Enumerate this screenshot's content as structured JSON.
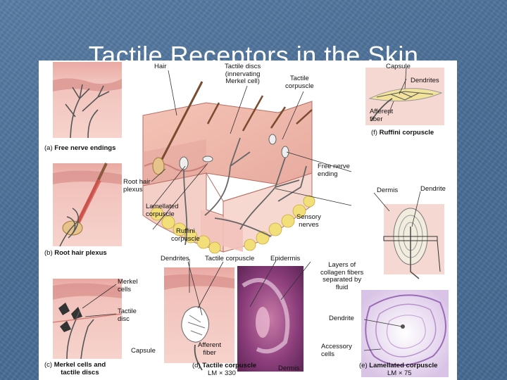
{
  "slide": {
    "title": "Tactile Receptors in the Skin"
  },
  "figure": {
    "labels": {
      "hair": "Hair",
      "tactile_discs": "Tactile discs\n(innervating\nMerkel cell)",
      "tactile_corpuscle_top": "Tactile\ncorpuscle",
      "capsule_f": "Capsule",
      "dendrites_f": "Dendrites",
      "afferent_fiber_f": "Afferent\nfiber",
      "root_hair_plexus": "Root hair\nplexus",
      "lamellated_corpuscle": "Lamellated\ncorpuscle",
      "ruffini_corpuscle": "Ruffini\ncorpuscle",
      "free_nerve_ending": "Free nerve\nending",
      "sensory_nerves": "Sensory\nnerves",
      "dermis_e": "Dermis",
      "dendrite_e_top": "Dendrite",
      "layers_collagen": "Layers of\ncollagen fibers\nseparated by\nfluid",
      "dendrite_e": "Dendrite",
      "accessory_cells": "Accessory\ncells",
      "merkel_cells": "Merkel\ncells",
      "tactile_disc": "Tactile\ndisc",
      "dendrites_d": "Dendrites",
      "tactile_corpuscle_d": "Tactile corpuscle",
      "epidermis": "Epidermis",
      "capsule_d": "Capsule",
      "afferent_fiber_d": "Afferent\nfiber",
      "dermis_d": "Dermis"
    },
    "captions": {
      "a_letter": "(a)",
      "a_text": "Free nerve endings",
      "b_letter": "(b)",
      "b_text": "Root hair plexus",
      "c_letter": "(c)",
      "c_text": "Merkel cells and\ntactile discs",
      "d_letter": "(d)",
      "d_text": "Tactile corpuscle",
      "d_mag": "LM × 330",
      "e_letter": "(e)",
      "e_text": "Lamellated corpuscle",
      "e_mag": "LM × 75",
      "f_letter": "(f)",
      "f_text": "Ruffini corpuscle"
    }
  },
  "colors": {
    "background": "#4b6f97",
    "skin_pink": "#f2c9c2",
    "epidermis": "#e8a8a0",
    "nerve": "#6b6b6b",
    "fat": "#f3df7a",
    "stain_purple": "#8a3d7a",
    "lamellae": "#c9a7d9"
  }
}
